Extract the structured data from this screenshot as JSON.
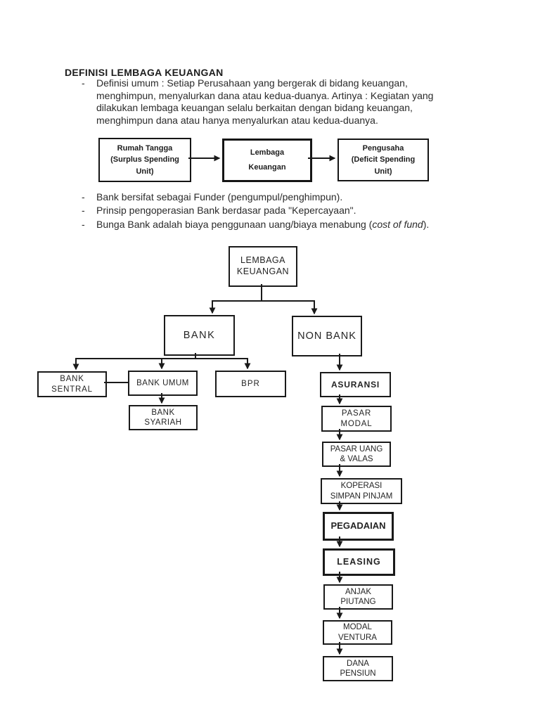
{
  "page": {
    "title": "DEFINISI LEMBAGA KEUANGAN",
    "list_marker": "-"
  },
  "intro": {
    "text": "Definisi umum : Setiap Perusahaan yang bergerak di bidang keuangan,\nmenghimpun, menyalurkan dana atau kedua-duanya. Artinya : Kegiatan yang\ndilakukan lembaga keuangan selalu berkaitan dengan bidang keuangan,\nmenghimpun dana atau hanya menyalurkan atau kedua-duanya."
  },
  "flow": {
    "source": "Rumah Tangga\n(Surplus Spending\nUnit)",
    "intermediary": "Lembaga\nKeuangan",
    "target": "Pengusaha\n(Deficit Spending\nUnit)"
  },
  "bullets": {
    "item1": "Bank bersifat sebagai Funder (pengumpul/penghimpun).",
    "item2": "Prinsip pengoperasian Bank berdasar pada \"Kepercayaan\".",
    "item3": {
      "before_italic": "Bunga Bank adalah biaya penggunaan uang/biaya menabung (",
      "italic": "cost of fund",
      "after_italic": ")."
    }
  },
  "orgchart": {
    "root": "LEMBAGA\nKEUANGAN",
    "bank": "BANK",
    "non_bank": "NON BANK",
    "bank_sentral": "BANK\nSENTRAL",
    "bank_umum": "BANK UMUM",
    "bpr": "BPR",
    "bank_syariah": "BANK\nSYARIAH",
    "asuransi": "ASURANSI",
    "pasar_modal": "PASAR\nMODAL",
    "pasar_uang_valas": "PASAR UANG\n& VALAS",
    "koperasi_simpan_pinjam": "KOPERASI\nSIMPAN PINJAM",
    "pegadaian": "PEGADAIAN",
    "leasing": "LEASING",
    "anjak_piutang": "ANJAK\nPIUTANG",
    "modal_ventura": "MODAL\nVENTURA",
    "dana_pensiun": "DANA\nPENSIUN"
  },
  "colors": {
    "ink": "#1a1a1a",
    "paper": "#ffffff"
  }
}
